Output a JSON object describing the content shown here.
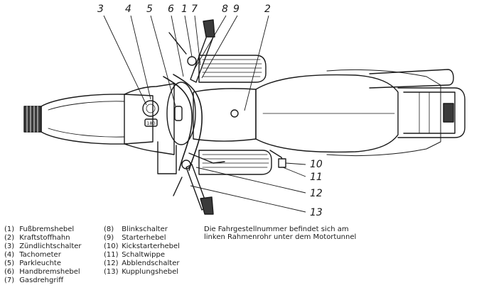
{
  "callouts": [
    {
      "id": "c3",
      "text": "3"
    },
    {
      "id": "c4",
      "text": "4"
    },
    {
      "id": "c5",
      "text": "5"
    },
    {
      "id": "c6",
      "text": "6"
    },
    {
      "id": "c1",
      "text": "1"
    },
    {
      "id": "c7",
      "text": "7"
    },
    {
      "id": "c8",
      "text": "8"
    },
    {
      "id": "c9",
      "text": "9"
    },
    {
      "id": "c2",
      "text": "2"
    },
    {
      "id": "c10",
      "text": "10"
    },
    {
      "id": "c11",
      "text": "11"
    },
    {
      "id": "c12",
      "text": "12"
    },
    {
      "id": "c13",
      "text": "13"
    }
  ],
  "legend_left": [
    {
      "num": "(1)",
      "label": "Fußbremshebel"
    },
    {
      "num": "(2)",
      "label": "Kraftstoffhahn"
    },
    {
      "num": "(3)",
      "label": "Zündlichtschalter"
    },
    {
      "num": "(4)",
      "label": "Tachometer"
    },
    {
      "num": "(5)",
      "label": "Parkleuchte"
    },
    {
      "num": "(6)",
      "label": "Handbremshebel"
    },
    {
      "num": "(7)",
      "label": "Gasdrehgriff"
    }
  ],
  "legend_right": [
    {
      "num": "(8)",
      "label": "Blinkschalter"
    },
    {
      "num": "(9)",
      "label": "Starterhebel"
    },
    {
      "num": "(10)",
      "label": "Kickstarterhebel"
    },
    {
      "num": "(11)",
      "label": "Schaltwippe"
    },
    {
      "num": "(12)",
      "label": "Abblendschalter"
    },
    {
      "num": "(13)",
      "label": "Kupplungshebel"
    }
  ],
  "note": {
    "line1": "Die Fahrgestellnummer befindet sich am",
    "line2": "linken Rahmenrohr unter dem Motortunnel"
  },
  "speedometer_label": "180"
}
